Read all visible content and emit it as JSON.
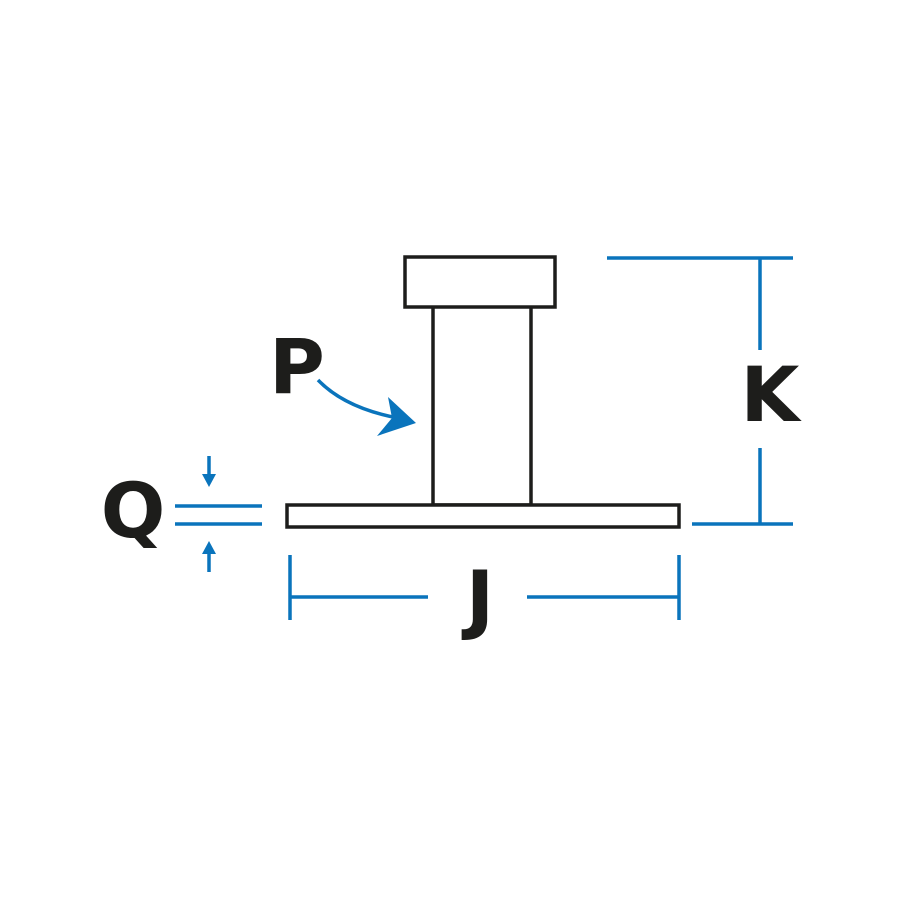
{
  "diagram": {
    "labels": {
      "p": "P",
      "q": "Q",
      "k": "K",
      "j": "J"
    },
    "colors": {
      "dimension": "#0a74bc",
      "part": "#1d1d1b"
    }
  }
}
